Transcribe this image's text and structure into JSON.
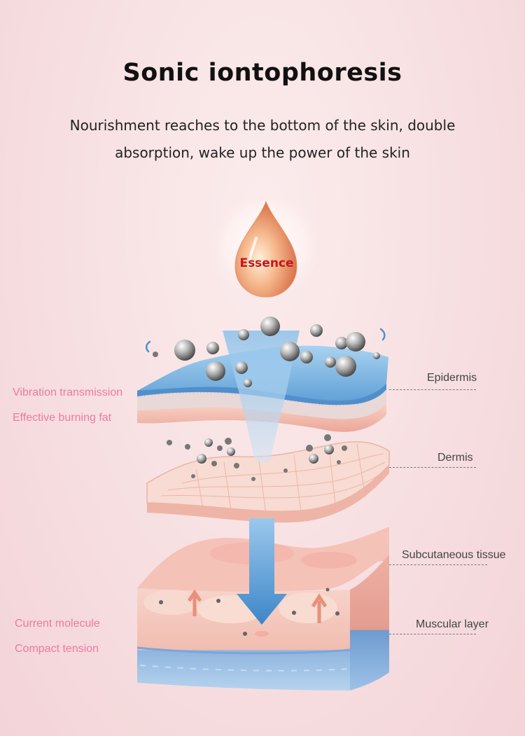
{
  "header": {
    "title": "Sonic iontophoresis",
    "subtitle_line1": "Nourishment reaches to the bottom of the skin, double",
    "subtitle_line2": "absorption, wake up the power of the skin"
  },
  "drop": {
    "label": "Essence"
  },
  "left_labels": {
    "vibration": "Vibration transmission",
    "burning": "Effective burning fat",
    "current": "Current molecule",
    "tension": "Compact tension"
  },
  "layers": {
    "epidermis": "Epidermis",
    "dermis": "Dermis",
    "subcutaneous": "Subcutaneous tissue",
    "muscular": "Muscular layer"
  },
  "colors": {
    "left_label": "#ec7ba0",
    "essence_text": "#c4171c",
    "arrow": "#4f94cf"
  }
}
